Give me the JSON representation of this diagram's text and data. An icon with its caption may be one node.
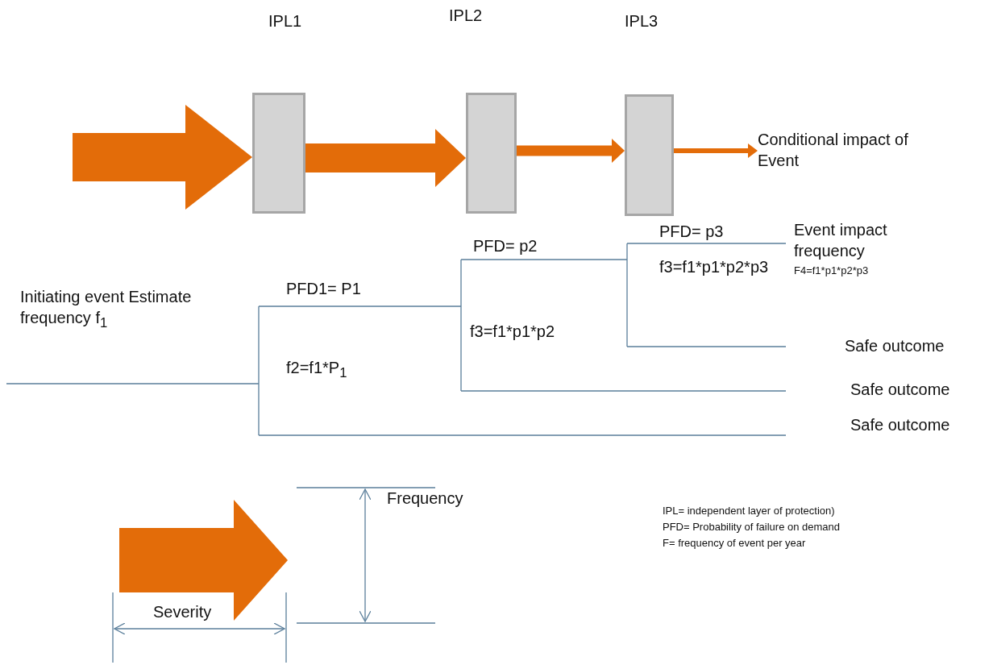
{
  "diagram": {
    "nodes": [
      {
        "text": [
          "IPL1"
        ]
      },
      {
        "text": [
          "IPL2"
        ]
      },
      {
        "text": [
          "IPL3"
        ]
      },
      {
        "text": [
          "Conditional impact of Event"
        ]
      }
    ],
    "edges": [
      {
        "from": null,
        "to": 0,
        "arrow": "to",
        "style": "thick"
      },
      {
        "from": 0,
        "to": 1,
        "arrow": "to",
        "style": "thick"
      },
      {
        "from": 1,
        "to": 2,
        "arrow": "to"
      },
      {
        "from": 2,
        "to": 3,
        "arrow": "to"
      }
    ],
    "labels": [
      "PFD= p3",
      "Event impact frequency",
      "PFD= p2",
      "f3=f1*p1*p2*p3",
      "F4=f1*p1*p2*p3",
      "PFD1= P1",
      "Initiating event Estimate frequency f$_{1}$",
      "f3=f1*p1*p2",
      "Safe outcome",
      "f2=f1*P$_{1}$",
      "Safe outcome",
      "Safe outcome",
      "Frequency",
      "IPL= independent layer of protection)",
      "PFD= Probability of failure on demand",
      "F= frequency of event per year",
      "Severity"
    ]
  }
}
